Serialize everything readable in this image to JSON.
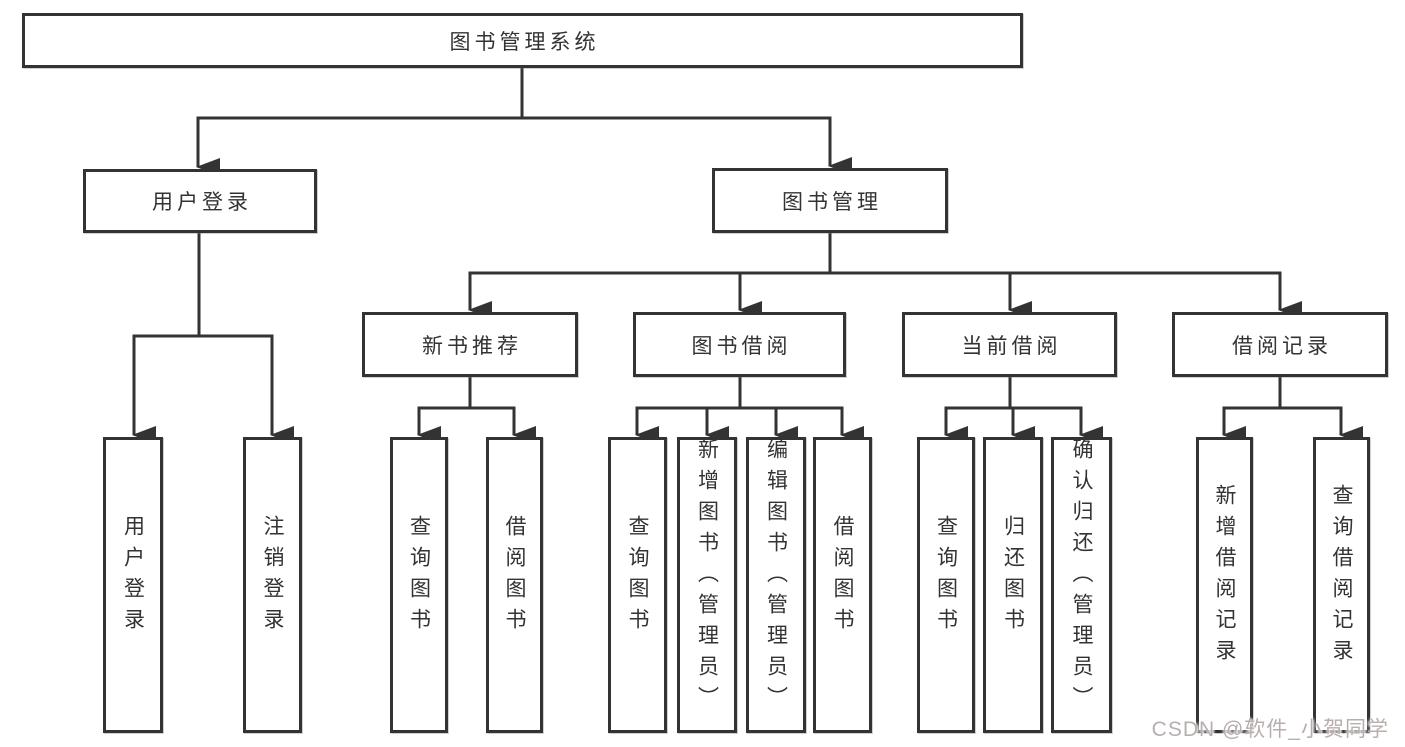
{
  "title": "图书管理系统",
  "level1": {
    "user_login": "用户登录",
    "book_mgmt": "图书管理"
  },
  "level2": {
    "new_books": "新书推荐",
    "book_borrow": "图书借阅",
    "current_borrow": "当前借阅",
    "borrow_records": "借阅记录"
  },
  "leaves": {
    "user_login": [
      "用户登录",
      "注销登录"
    ],
    "new_books": [
      "查询图书",
      "借阅图书"
    ],
    "book_borrow": [
      "查询图书",
      "新增图书（管理员）",
      "编辑图书（管理员）",
      "借阅图书"
    ],
    "current_borrow": [
      "查询图书",
      "归还图书",
      "确认归还（管理员）"
    ],
    "borrow_records": [
      "新增借阅记录",
      "查询借阅记录"
    ]
  },
  "watermark": "CSDN @软件_小贺同学",
  "colors": {
    "line": "#333333",
    "text": "#333333",
    "node_background": "#ffffff",
    "watermark": "#b9aeae",
    "background": "#ffffff"
  }
}
